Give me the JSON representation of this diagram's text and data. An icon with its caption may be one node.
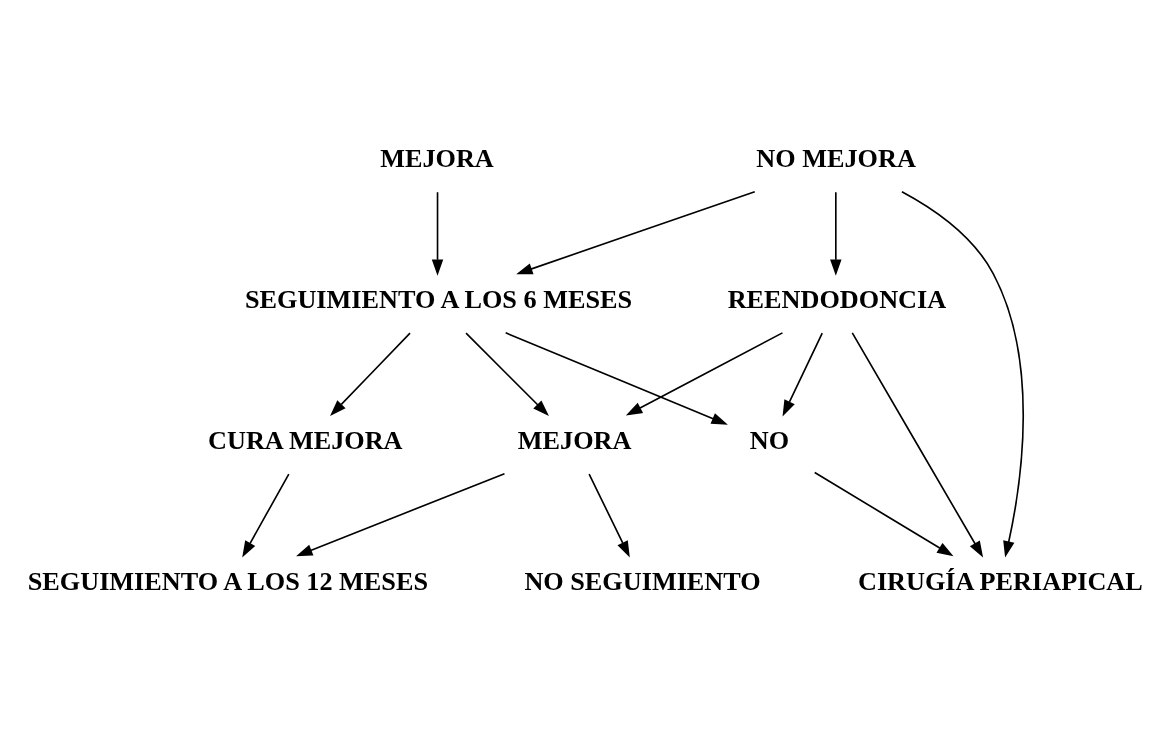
{
  "diagram": {
    "nodes": [
      {
        "text": [
          "MEJORA"
        ]
      },
      {
        "text": [
          "NO MEJORA"
        ]
      },
      {
        "text": [
          "CIRUGÍA PERIAPICAL"
        ]
      },
      {
        "text": [
          "SEGUIMIENTO A LOS 6 MESES"
        ]
      },
      {
        "text": [
          "REENDODONCIA"
        ]
      },
      {
        "text": [
          "CURA MEJORA"
        ]
      },
      {
        "text": [
          "MEJORA"
        ]
      },
      {
        "text": [
          "NO"
        ]
      },
      {
        "text": [
          "SEGUIMIENTO A LOS 12 MESES"
        ]
      },
      {
        "text": [
          "NO SEGUIMIENTO"
        ]
      }
    ],
    "edges": [
      {
        "from": 0,
        "to": 3,
        "arrow": "to"
      },
      {
        "from": 1,
        "to": 3,
        "arrow": "to"
      },
      {
        "from": 1,
        "to": 2,
        "arrow": "to"
      },
      {
        "from": 1,
        "to": 4,
        "arrow": "to"
      },
      {
        "from": 4,
        "to": 2,
        "arrow": "to"
      },
      {
        "from": 3,
        "to": 5,
        "arrow": "to"
      },
      {
        "from": 3,
        "to": 6,
        "arrow": "to"
      },
      {
        "from": 3,
        "to": 7,
        "arrow": "to"
      },
      {
        "from": 4,
        "to": 6,
        "arrow": "to"
      },
      {
        "from": 4,
        "to": 7,
        "arrow": "to"
      },
      {
        "from": 7,
        "to": 2,
        "arrow": "to"
      },
      {
        "from": 5,
        "to": 8,
        "arrow": "to"
      },
      {
        "from": 6,
        "to": 8,
        "arrow": "to"
      },
      {
        "from": 6,
        "to": 9,
        "arrow": "to"
      }
    ]
  }
}
